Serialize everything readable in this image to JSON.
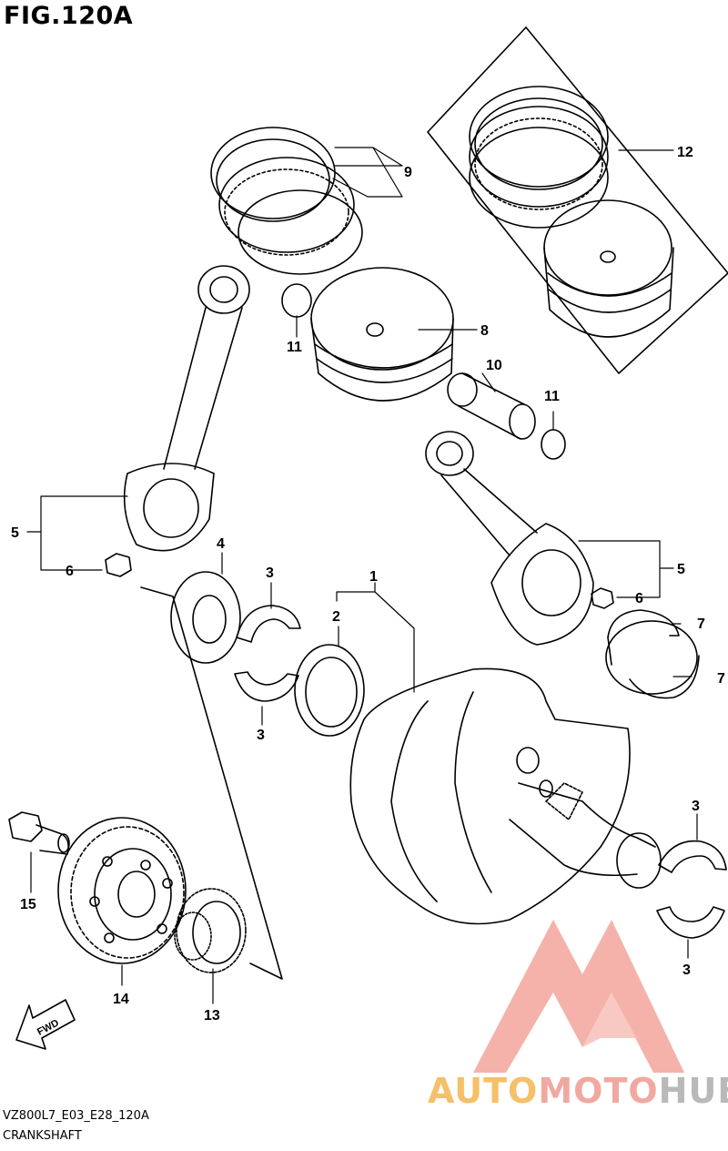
{
  "figure": {
    "title": "FIG.120A",
    "code": "VZ800L7_E03_E28_120A",
    "name": "CRANKSHAFT"
  },
  "callouts": [
    {
      "id": "c1",
      "text": "1"
    },
    {
      "id": "c2",
      "text": "2"
    },
    {
      "id": "c3a",
      "text": "3"
    },
    {
      "id": "c3b",
      "text": "3"
    },
    {
      "id": "c3c",
      "text": "3"
    },
    {
      "id": "c3d",
      "text": "3"
    },
    {
      "id": "c4",
      "text": "4"
    },
    {
      "id": "c5a",
      "text": "5"
    },
    {
      "id": "c5b",
      "text": "5"
    },
    {
      "id": "c6a",
      "text": "6"
    },
    {
      "id": "c6b",
      "text": "6"
    },
    {
      "id": "c7a",
      "text": "7"
    },
    {
      "id": "c7b",
      "text": "7"
    },
    {
      "id": "c8",
      "text": "8"
    },
    {
      "id": "c9",
      "text": "9"
    },
    {
      "id": "c10",
      "text": "10"
    },
    {
      "id": "c11a",
      "text": "11"
    },
    {
      "id": "c11b",
      "text": "11"
    },
    {
      "id": "c12",
      "text": "12"
    },
    {
      "id": "c13",
      "text": "13"
    },
    {
      "id": "c14",
      "text": "14"
    },
    {
      "id": "c15",
      "text": "15"
    }
  ],
  "fwd_label": "FWD",
  "watermark": {
    "part1": "AUTO",
    "part2": "MOTO",
    "part3": "HUB",
    "colors": {
      "auto": "#f5c06a",
      "moto": "#f0a9a0",
      "hub": "#b9b9b9"
    }
  }
}
